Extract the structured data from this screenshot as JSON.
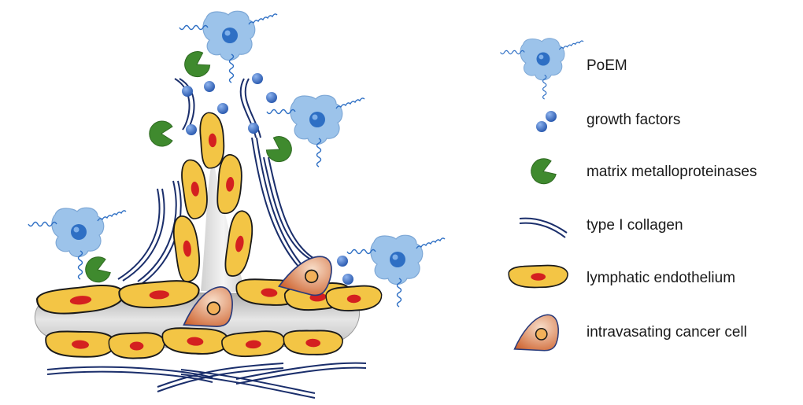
{
  "colors": {
    "poem_body": "#9cc3ea",
    "poem_nucleus": "#2e6fc4",
    "growth_factor": "#2f62c1",
    "mmp": "#3f8a2e",
    "collagen": "#1a2e6b",
    "endothelium_fill": "#f3c545",
    "endothelium_nucleus": "#d42020",
    "vessel_lumen": "#c9c9c9",
    "cancer_dark": "#c8521a",
    "cancer_light": "#f8ddc8"
  },
  "icons": {
    "poem": "poem-cell-icon",
    "growth_factors": "growth-factor-icon",
    "mmp": "matrix-metalloproteinase-icon",
    "collagen": "collagen-fiber-icon",
    "endothelium": "endothelial-cell-icon",
    "cancer": "cancer-cell-icon"
  },
  "legend": {
    "items": [
      {
        "icon": "poem-cell-icon",
        "label": "PoEM"
      },
      {
        "icon": "growth-factor-icon",
        "label": "growth factors"
      },
      {
        "icon": "matrix-metalloproteinase-icon",
        "label": "matrix metalloproteinases"
      },
      {
        "icon": "collagen-fiber-icon",
        "label": "type I collagen"
      },
      {
        "icon": "endothelial-cell-icon",
        "label": "lymphatic endothelium"
      },
      {
        "icon": "cancer-cell-icon",
        "label": "intravasating cancer cell"
      }
    ]
  }
}
